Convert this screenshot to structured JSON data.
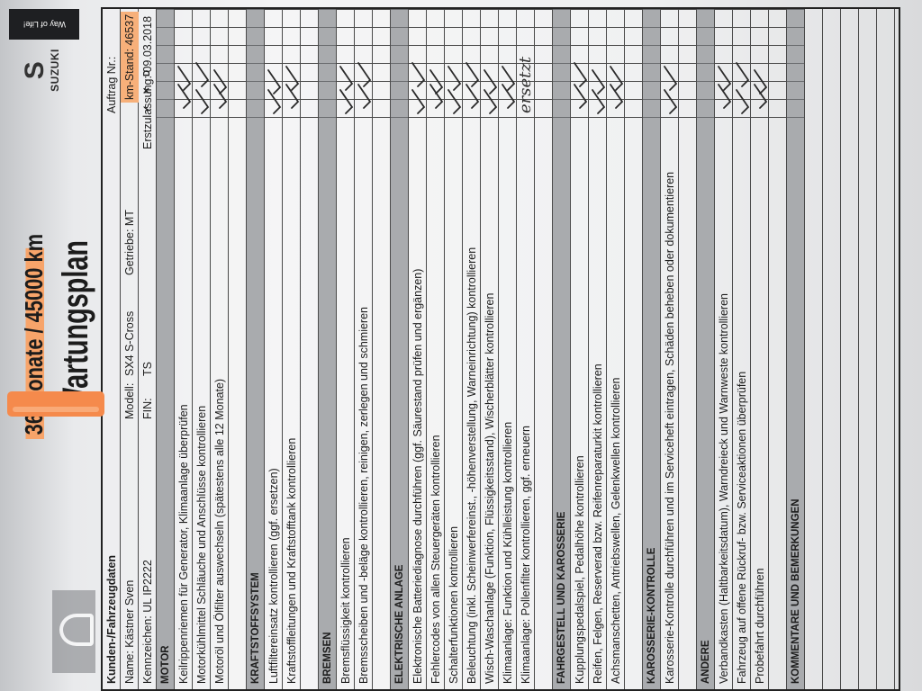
{
  "header": {
    "subtitle": "36 Monate / 45000 km",
    "title": "Wartungsplan",
    "brand": "SUZUKI",
    "brand_tagline": "Way of Life!"
  },
  "customer": {
    "section_label": "Kunden-/Fahrzeugdaten",
    "name_label": "Name: Kästner Sven",
    "plate_label": "Kennzeichen: UL IP2222",
    "model_label": "Modell:",
    "model_value": "SX4 S-Cross",
    "gearbox_label": "Getriebe: MT",
    "vin_label": "FIN:",
    "vin_value": "TS",
    "order_label": "Auftrag Nr.:",
    "mileage_label": "km-Stand: 46537",
    "registration_label": "Erstzulassung: 09.03.2018"
  },
  "columns": {
    "ok_symbol": "✓",
    "fail_symbol": "✕",
    "info_symbol": "D"
  },
  "rows": [
    {
      "type": "section",
      "label": "MOTOR"
    },
    {
      "type": "item",
      "label": "Keilrippenriemen für Generator, Klimaanlage überprüfen",
      "checked": true
    },
    {
      "type": "item",
      "label": "Motorkühlmittel Schläuche und Anschlüsse kontrollieren",
      "checked": true
    },
    {
      "type": "item",
      "label": "Motoröl und Ölfilter auswechseln (spätestens alle 12 Monate)",
      "checked": true
    },
    {
      "type": "blank"
    },
    {
      "type": "section",
      "label": "KRAFTSTOFFSYSTEM"
    },
    {
      "type": "item",
      "label": "Luftfiltereinsatz kontrollieren (ggf. ersetzen)",
      "checked": true
    },
    {
      "type": "item",
      "label": "Kraftstoffleitungen und Kraftstofftank kontrollieren",
      "checked": true
    },
    {
      "type": "blank"
    },
    {
      "type": "section",
      "label": "BREMSEN"
    },
    {
      "type": "item",
      "label": "Bremsflüssigkeit kontrollieren",
      "checked": true
    },
    {
      "type": "item",
      "label": "Bremsscheiben und -beläge kontrollieren, reinigen, zerlegen und schmieren",
      "checked": true
    },
    {
      "type": "blank"
    },
    {
      "type": "section",
      "label": "ELEKTRISCHE ANLAGE"
    },
    {
      "type": "item",
      "label": "Elektronische Batteriediagnose durchführen (ggf. Säurestand prüfen und ergänzen)",
      "checked": true
    },
    {
      "type": "item",
      "label": "Fehlercodes von allen Steuergeräten kontrollieren",
      "checked": true
    },
    {
      "type": "item",
      "label": "Schalterfunktionen kontrollieren",
      "checked": true
    },
    {
      "type": "item",
      "label": "Beleuchtung (inkl. Scheinwerfereinst., -höhenverstellung, Warneinrichtung) kontrollieren",
      "checked": true
    },
    {
      "type": "item",
      "label": "Wisch-Waschanlage (Funktion, Flüssigkeitsstand), Wischerblätter kontrollieren",
      "checked": true
    },
    {
      "type": "item",
      "label": "Klimaanlage: Funktion und Kühlleistung kontrollieren",
      "checked": true
    },
    {
      "type": "item",
      "label": "Klimaanlage: Pollenfilter kontrollieren, ggf. erneuern",
      "checked": false,
      "note": "ersetzt"
    },
    {
      "type": "blank"
    },
    {
      "type": "section",
      "label": "FAHRGESTELL UND KAROSSERIE"
    },
    {
      "type": "item",
      "label": "Kupplungspedalspiel, Pedalhöhe kontrollieren",
      "checked": true
    },
    {
      "type": "item",
      "label": "Reifen, Felgen, Reserverad bzw. Reifenreparaturkit kontrollieren",
      "checked": true
    },
    {
      "type": "item",
      "label": "Achsmanschetten, Antriebswellen, Gelenkwellen kontrollieren",
      "checked": true
    },
    {
      "type": "blank"
    },
    {
      "type": "section",
      "label": "KAROSSERIE-KONTROLLE"
    },
    {
      "type": "item",
      "label": "Karosserie-Kontrolle durchführen und im Serviceheft eintragen, Schäden beheben oder dokumentieren",
      "checked": true
    },
    {
      "type": "blank"
    },
    {
      "type": "section",
      "label": "ANDERE"
    },
    {
      "type": "item",
      "label": "Verbandkasten (Haltbarkeitsdatum), Warndreieck und Warnweste kontrollieren",
      "checked": true
    },
    {
      "type": "item",
      "label": "Fahrzeug auf offene Rückruf- bzw. Serviceaktionen überprüfen",
      "checked": true
    },
    {
      "type": "item",
      "label": "Probefahrt durchführen",
      "checked": true
    },
    {
      "type": "blank"
    },
    {
      "type": "section",
      "label": "KOMMENTARE UND BEMERKUNGEN"
    }
  ],
  "colors": {
    "section_fill": "#a9abae",
    "highlighter": "#f7a46a",
    "ink": "#1c1c1c"
  }
}
